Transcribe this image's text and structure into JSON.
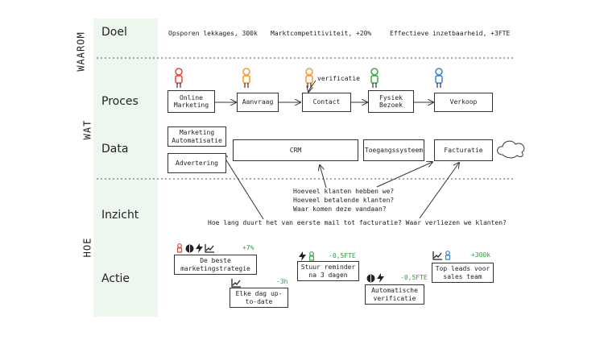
{
  "axis_labels": {
    "waarom": "WAAROM",
    "wat": "WAT",
    "hoe": "HOE"
  },
  "rows": {
    "doel": "Doel",
    "proces": "Proces",
    "data": "Data",
    "inzicht": "Inzicht",
    "actie": "Actie"
  },
  "goals": [
    "Opsporen lekkages, 300k",
    "Marktcompetitiviteit, +20%",
    "Effectieve inzetbaarheid, +3FTE"
  ],
  "process": [
    "Online Marketing",
    "Aanvraag",
    "Contact",
    "Fysiek Bezoek",
    "Verkoop"
  ],
  "process_note": "verificatie",
  "data_boxes": {
    "marketing": "Marketing Automatisatie",
    "advertering": "Advertering",
    "crm": "CRM",
    "toegang": "Toegangssysteem",
    "facturatie": "Facturatie"
  },
  "insights": {
    "q1": "Hoeveel klanten hebben we?",
    "q2": "Hoeveel betalende klanten?",
    "q3": "Waar komen deze vandaan?",
    "q4": "Hoe lang duurt het van eerste mail tot facturatie? Waar verliezen we klanten?"
  },
  "actions": [
    {
      "label": "De beste marketingstrategie",
      "delta": "+7%"
    },
    {
      "label": "Elke dag up-to-date",
      "delta": "-3h"
    },
    {
      "label": "Stuur reminder na 3 dagen",
      "delta": "-0,5FTE"
    },
    {
      "label": "Automatische verificatie",
      "delta": "-0,5FTE"
    },
    {
      "label": "Top leads voor sales team",
      "delta": "+300k"
    }
  ],
  "colors": {
    "red": "#e0463a",
    "orange": "#f29a2e",
    "green": "#3fa34d",
    "blue": "#3d7fd6",
    "band": "#eef7ee",
    "delta": "#2e9d3e"
  },
  "icons": [
    "person-icon",
    "brain-icon",
    "lightning-icon",
    "chart-icon",
    "cloud-icon"
  ]
}
